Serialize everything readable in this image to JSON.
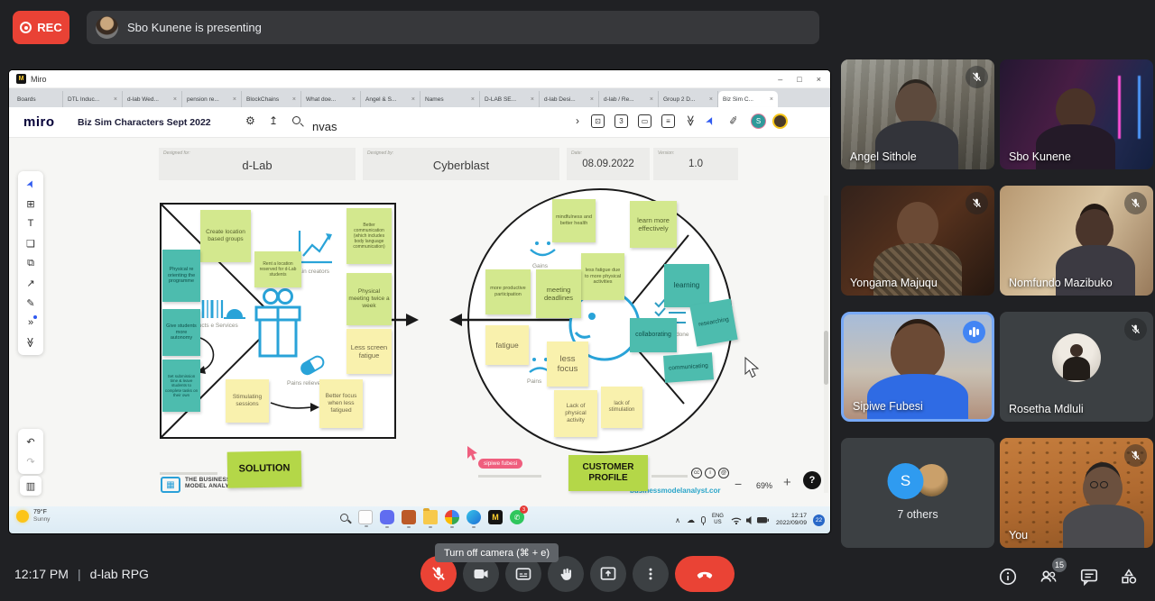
{
  "top_bar": {
    "rec_label": "REC",
    "presenting_text": "Sbo Kunene is presenting"
  },
  "window": {
    "title": "Miro",
    "controls": {
      "minimize": "–",
      "maximize": "□",
      "close": "×"
    },
    "tab_close": "×",
    "tabs": [
      {
        "label": "Boards"
      },
      {
        "label": "DTL Induc..."
      },
      {
        "label": "d-lab Wed..."
      },
      {
        "label": "pension re..."
      },
      {
        "label": "BlockChains"
      },
      {
        "label": "What doe..."
      },
      {
        "label": "Angel & S..."
      },
      {
        "label": "Names"
      },
      {
        "label": "D-LAB SE..."
      },
      {
        "label": "d-lab Desi..."
      },
      {
        "label": "d-lab / Re..."
      },
      {
        "label": "Group 2 D..."
      },
      {
        "label": "Biz Sim C..."
      }
    ],
    "toolbar": {
      "logo": "miro",
      "board_title": "Biz Sim Characters Sept 2022",
      "fragment": "nvas",
      "user_initial": "S"
    }
  },
  "board": {
    "header": [
      {
        "label": "Designed for:",
        "value": "d-Lab"
      },
      {
        "label": "Designed by:",
        "value": "Cyberblast"
      },
      {
        "label": "Date:",
        "value": "08.09.2022"
      },
      {
        "label": "Version:",
        "value": "1.0"
      }
    ],
    "labels": {
      "gain_creators": "Gain creators",
      "products": "Products e Services",
      "pain_relievers": "Pains relievers",
      "gains": "Gains",
      "pains": "Pains",
      "jobs": "jobs-to-be-done"
    },
    "stickies_left": [
      {
        "text": "Create location based groups"
      },
      {
        "text": "Better communication (which includes body language communication)"
      },
      {
        "text": "Physical re orienting the programme"
      },
      {
        "text": "Rent a location reserved for d-Lab students"
      },
      {
        "text": "Physical meeting twice a week"
      },
      {
        "text": "Give students more autonomy"
      },
      {
        "text": "Less screen fatigue"
      },
      {
        "text": "Set submission time & leave students to complete tasks on their own"
      },
      {
        "text": "Stimulating sessions"
      },
      {
        "text": "Better focus when less fatigued"
      }
    ],
    "stickies_right": [
      {
        "text": "mindfulness and better health"
      },
      {
        "text": "learn more effectively"
      },
      {
        "text": "less fatigue due to more physical activities"
      },
      {
        "text": "learning"
      },
      {
        "text": "more productive participation"
      },
      {
        "text": "meeting deadlines"
      },
      {
        "text": "researching"
      },
      {
        "text": "collaborating"
      },
      {
        "text": "fatigue"
      },
      {
        "text": "communicating"
      },
      {
        "text": "less focus"
      },
      {
        "text": "Lack of physical activity"
      },
      {
        "text": "lack of stimulation"
      }
    ],
    "solution": "SOLUTION",
    "customer_profile": "CUSTOMER PROFILE",
    "brand_line1": "THE BUSINESS",
    "brand_line2": "MODEL ANALYST",
    "license": [
      "cc",
      "i",
      "@"
    ],
    "link": "businessmodelanalyst.cor",
    "zoom": {
      "out": "−",
      "level": "69%",
      "in": "+",
      "help": "?"
    },
    "cursor_tag": "sipiwe fubesi"
  },
  "taskbar": {
    "weather_temp": "79°F",
    "weather_cond": "Sunny",
    "whatsapp_badge": "3",
    "lang1": "ENG",
    "lang2": "US",
    "time": "12:17",
    "date": "2022/09/09",
    "notif_badge": "22"
  },
  "participants": [
    {
      "name": "Angel Sithole"
    },
    {
      "name": "Sbo Kunene"
    },
    {
      "name": "Yongama Majuqu"
    },
    {
      "name": "Nomfundo Mazibuko"
    },
    {
      "name": "Sipiwe Fubesi"
    },
    {
      "name": "Rosetha Mdluli"
    },
    {
      "name": "7 others",
      "initial": "S"
    },
    {
      "name": "You"
    }
  ],
  "bottom_bar": {
    "time": "12:17 PM",
    "divider": "|",
    "meeting_name": "d-lab RPG",
    "tooltip": "Turn off camera (⌘ + e)",
    "people_count": "15"
  },
  "icons": {
    "miro_favicon": "M",
    "miro_taskbar": "M",
    "gear": "⚙",
    "upload": "↥",
    "chevron": "›",
    "panel_frame": "⊡",
    "panel_number": "3",
    "panel_present": "▭",
    "panel_doc": "≡",
    "collapse": "≫",
    "pointer": "➤",
    "pen_deco": "✐",
    "select": "➤",
    "templates": "⊞",
    "text_tool": "T",
    "sticky_tool": "❏",
    "shapes": "⧉",
    "connector": "↗",
    "pen": "✎",
    "more": "»",
    "undo": "↶",
    "redo": "↷",
    "frames": "▥",
    "tray_chevron": "∧",
    "cloud": "☁",
    "whatsapp_phone": "✆"
  }
}
